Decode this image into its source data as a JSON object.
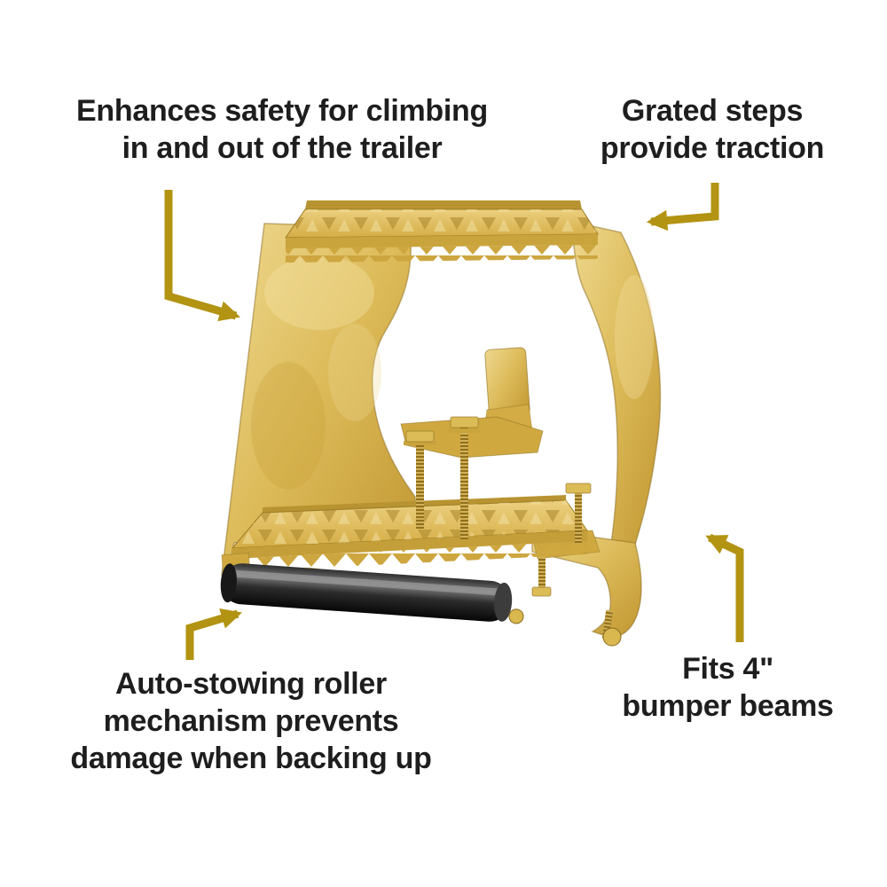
{
  "callouts": {
    "top_left": {
      "lines": [
        "Enhances safety for climbing",
        "in and out of the trailer"
      ]
    },
    "top_right": {
      "lines": [
        "Grated steps",
        "provide traction"
      ]
    },
    "bottom_left": {
      "lines": [
        "Auto-stowing roller",
        "mechanism prevents",
        "damage when backing up"
      ]
    },
    "bottom_right": {
      "lines": [
        "Fits 4\"",
        "bumper beams"
      ]
    }
  },
  "colors": {
    "background": "#ffffff",
    "text": "#1e1e1e",
    "arrow_gold": "#b29312",
    "product_gold": "#dcba58",
    "product_gold_dark": "#c49a33",
    "roller_black": "#141414"
  },
  "illustration": {
    "parts": [
      "top-grated-step",
      "bottom-grated-step",
      "left-side-plate",
      "right-side-plate",
      "auto-stow-roller",
      "bumper-clamp-hook",
      "threaded-rods-and-nuts"
    ]
  }
}
